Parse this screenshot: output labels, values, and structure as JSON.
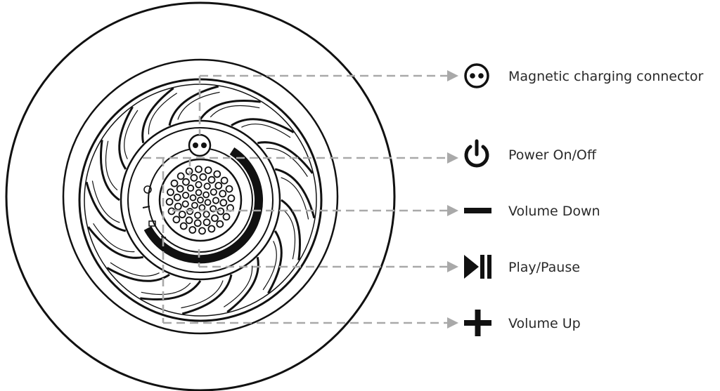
{
  "labels": {
    "charging": "Magnetic charging connector",
    "power": "Power On/Off",
    "volume_down": "Volume Down",
    "play_pause": "Play/Pause",
    "volume_up": "Volume Up"
  },
  "icons": {
    "charging": "magnetic-connector-icon",
    "power": "power-icon",
    "volume_down": "minus-icon",
    "play_pause": "play-pause-icon",
    "volume_up": "plus-icon"
  }
}
